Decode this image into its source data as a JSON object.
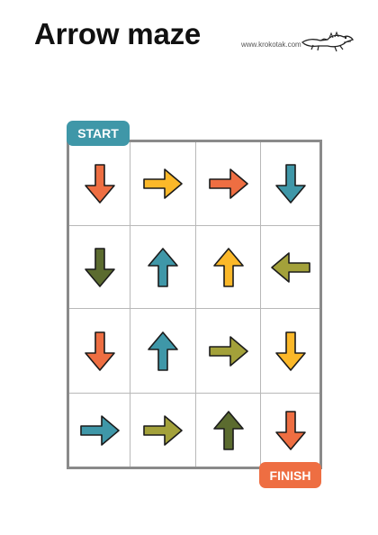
{
  "page": {
    "title": "Arrow maze",
    "site": "www.krokotak.com"
  },
  "labels": {
    "start": "START",
    "finish": "FINISH"
  },
  "colors": {
    "orange": "#ee6e42",
    "yellow": "#fbb829",
    "teal": "#3f97a8",
    "olive_dark": "#5b6b2f",
    "olive": "#a3a13a",
    "start_bg": "#3f97a8",
    "finish_bg": "#ee6e42",
    "grid": "#8a8a8a"
  },
  "grid": [
    [
      {
        "direction": "down",
        "color": "orange"
      },
      {
        "direction": "right",
        "color": "yellow"
      },
      {
        "direction": "right",
        "color": "orange"
      },
      {
        "direction": "down",
        "color": "teal"
      }
    ],
    [
      {
        "direction": "down",
        "color": "olive_dark"
      },
      {
        "direction": "up",
        "color": "teal"
      },
      {
        "direction": "up",
        "color": "yellow"
      },
      {
        "direction": "left",
        "color": "olive"
      }
    ],
    [
      {
        "direction": "down",
        "color": "orange"
      },
      {
        "direction": "up",
        "color": "teal"
      },
      {
        "direction": "right",
        "color": "olive"
      },
      {
        "direction": "down",
        "color": "yellow"
      }
    ],
    [
      {
        "direction": "right",
        "color": "teal"
      },
      {
        "direction": "right",
        "color": "olive"
      },
      {
        "direction": "up",
        "color": "olive_dark"
      },
      {
        "direction": "down",
        "color": "orange"
      }
    ]
  ]
}
